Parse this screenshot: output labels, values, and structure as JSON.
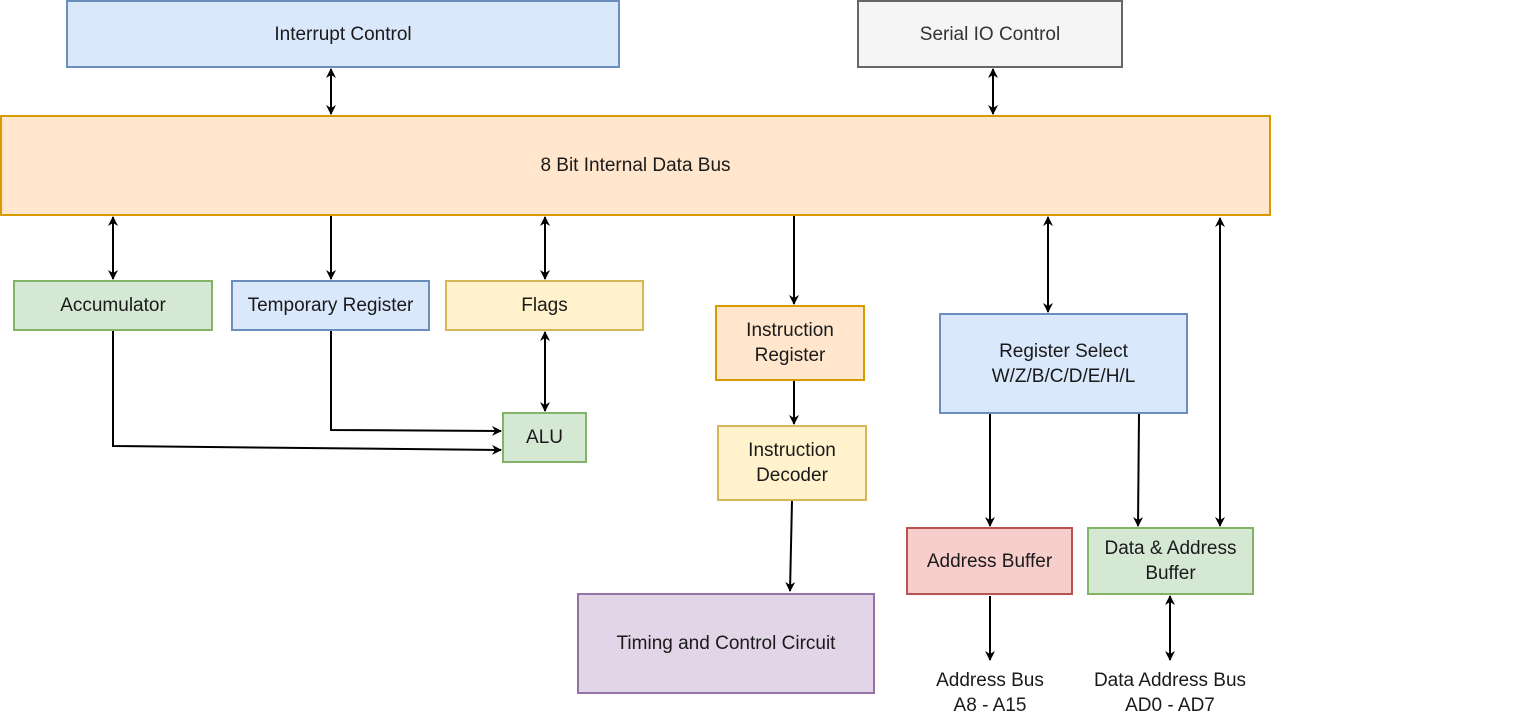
{
  "blocks": {
    "interrupt_control": "Interrupt Control",
    "serial_io_control": "Serial IO Control",
    "data_bus": "8 Bit Internal Data Bus",
    "accumulator": "Accumulator",
    "temporary_register": "Temporary Register",
    "flags": "Flags",
    "alu": "ALU",
    "instruction_register": "Instruction\nRegister",
    "instruction_decoder": "Instruction\nDecoder",
    "timing_control": "Timing and Control Circuit",
    "register_select": "Register Select\nW/Z/B/C/D/E/H/L",
    "address_buffer": "Address Buffer",
    "data_address_buffer": "Data & Address\nBuffer"
  },
  "outputs": {
    "address_bus": "Address Bus\nA8 - A15",
    "data_address_bus": "Data Address Bus\nAD0 - AD7"
  },
  "colors": {
    "blue_fill": "#dae8fc",
    "blue_stroke": "#6c8ebf",
    "orange_fill": "#ffe6cc",
    "orange_stroke": "#d79b00",
    "green_fill": "#d5e8d4",
    "green_stroke": "#82b366",
    "yellow_fill": "#fff2cc",
    "yellow_stroke": "#d6b656",
    "red_fill": "#f8cecc",
    "red_stroke": "#b85450",
    "purple_fill": "#e1d5e7",
    "purple_stroke": "#9673a6",
    "grey_fill": "#f5f5f5",
    "grey_stroke": "#666666",
    "arrow": "#000000"
  }
}
